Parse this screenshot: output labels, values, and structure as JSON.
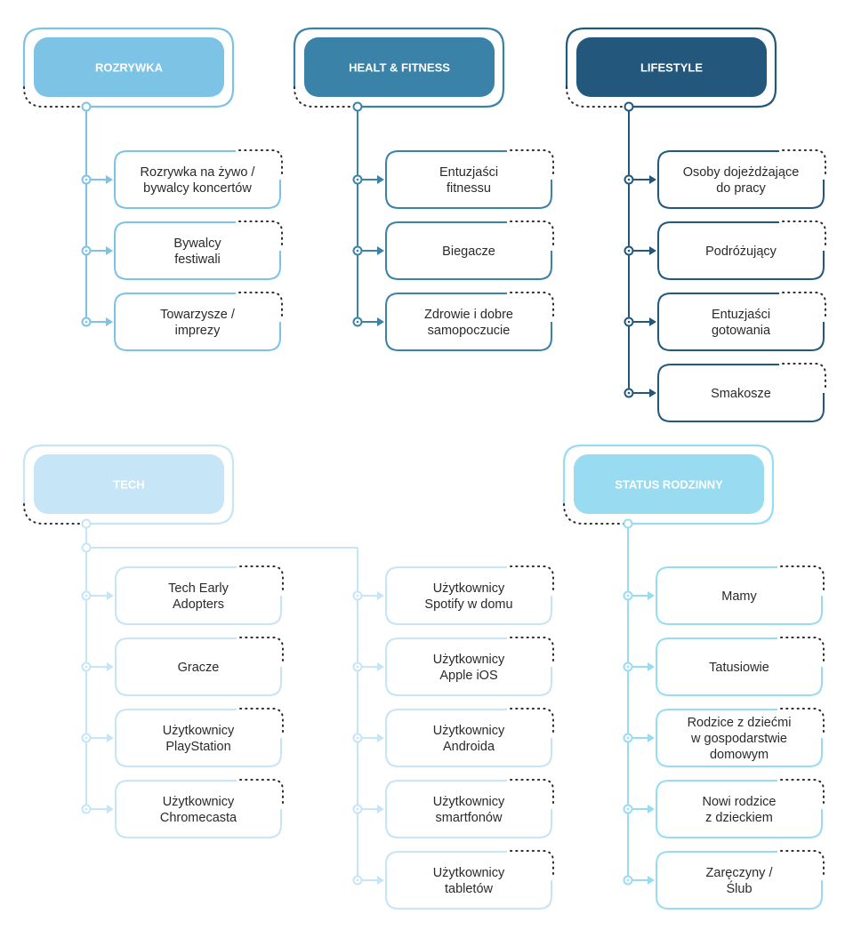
{
  "categories": [
    {
      "key": "rozrywka",
      "title": "ROZRYWKA",
      "color": "#7cc3e6",
      "items": [
        [
          "Rozrywka na żywo /",
          "bywalcy koncertów"
        ],
        [
          "Bywalcy",
          "festiwali"
        ],
        [
          "Towarzysze /",
          "imprezy"
        ]
      ]
    },
    {
      "key": "healt-fitness",
      "title": "HEALT & FITNESS",
      "color": "#3a82a8",
      "items": [
        [
          "Entuzjaści",
          "fitnessu"
        ],
        [
          "Biegacze"
        ],
        [
          "Zdrowie i dobre",
          "samopoczucie"
        ]
      ]
    },
    {
      "key": "lifestyle",
      "title": "LIFESTYLE",
      "color": "#23587c",
      "items": [
        [
          "Osoby dojeżdżające",
          "do pracy"
        ],
        [
          "Podróżujący"
        ],
        [
          "Entuzjaści",
          "gotowania"
        ],
        [
          "Smakosze"
        ]
      ]
    },
    {
      "key": "tech",
      "title": "TECH",
      "color": "#c6e5f6",
      "items": [
        [
          "Tech Early",
          "Adopters"
        ],
        [
          "Gracze"
        ],
        [
          "Użytkownicy",
          "PlayStation"
        ],
        [
          "Użytkownicy",
          "Chromecasta"
        ]
      ],
      "items_col2": [
        [
          "Użytkownicy",
          "Spotify w domu"
        ],
        [
          "Użytkownicy",
          "Apple iOS"
        ],
        [
          "Użytkownicy",
          "Androida"
        ],
        [
          "Użytkownicy",
          "smartfonów"
        ],
        [
          "Użytkownicy",
          "tabletów"
        ]
      ]
    },
    {
      "key": "status-rodzinny",
      "title": "STATUS RODZINNY",
      "color": "#99dcf2",
      "items": [
        [
          "Mamy"
        ],
        [
          "Tatusiowie"
        ],
        [
          "Rodzice z dziećmi",
          "w gospodarstwie",
          "domowym"
        ],
        [
          "Nowi rodzice",
          "z dzieckiem"
        ],
        [
          "Zaręczyny /",
          "Ślub"
        ]
      ]
    }
  ]
}
